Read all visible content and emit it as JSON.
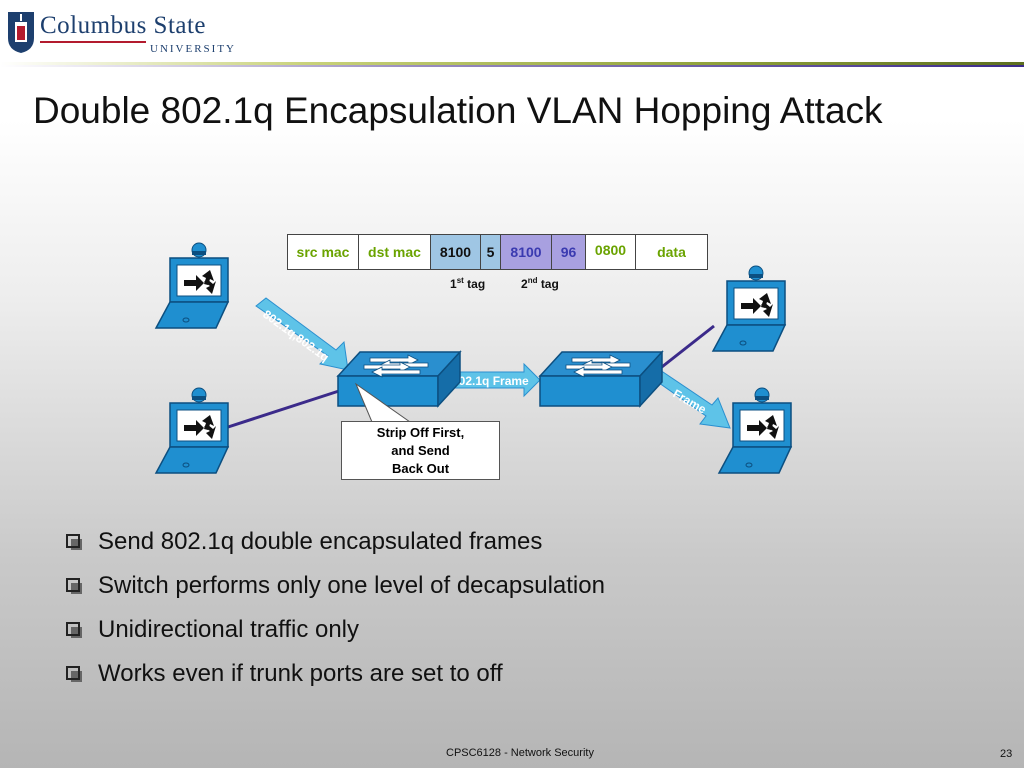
{
  "header": {
    "logo_line1": "Columbus State",
    "logo_line2": "UNIVERSITY"
  },
  "title": "Double 802.1q Encapsulation VLAN Hopping Attack",
  "frame": {
    "src_mac": "src mac",
    "dst_mac": "dst mac",
    "tag1_type": "8100",
    "tag1_vlan": "5",
    "tag2_type": "8100",
    "tag2_vlan": "96",
    "ethertype": "0800",
    "data": "data"
  },
  "tags": {
    "first_num": "1",
    "first_sup": "st",
    "first_word": "tag",
    "second_num": "2",
    "second_sup": "nd",
    "second_word": "tag"
  },
  "links": {
    "double_tagged": "802.1q,802.1q",
    "trunk": "802.1q Frame",
    "untagged": "Frame"
  },
  "callout": {
    "line1": "Strip Off First,",
    "line2": "and Send",
    "line3": "Back Out"
  },
  "bullets": [
    "Send 802.1q double encapsulated frames",
    "Switch performs only one level of decapsulation",
    "Unidirectional traffic only",
    "Works even if trunk ports are set to off"
  ],
  "footer": {
    "course": "CPSC6128 - Network Security",
    "page": "23"
  },
  "colors": {
    "device_blue": "#1f8fd0",
    "link_purple": "#3b2a8a",
    "arrow_cyan": "#5ec3e8",
    "tag1_bg": "#9fc6e4",
    "tag2_bg": "#a8a0e0",
    "green_text": "#6aa300",
    "blue_text": "#3a3ab0"
  }
}
